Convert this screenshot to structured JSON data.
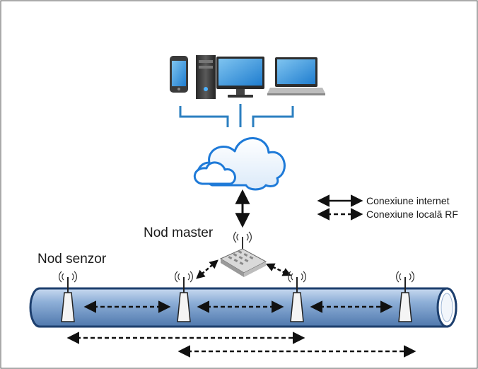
{
  "labels": {
    "master": "Nod master",
    "sensor": "Nod senzor"
  },
  "legend": {
    "internet": "Conexiune internet",
    "local_rf": "Conexiune locală RF"
  },
  "colors": {
    "accent_blue": "#2b7fc0",
    "pipe_blue": "#7fa3cf",
    "cloud_blue": "#1e7ad8",
    "arrow": "#111111"
  },
  "icons": {
    "devices": [
      "smartphone-icon",
      "desktop-computer-icon",
      "laptop-icon"
    ],
    "network": [
      "cloud-icon",
      "router-icon",
      "sensor-node-icon",
      "wireless-signal-icon"
    ]
  }
}
